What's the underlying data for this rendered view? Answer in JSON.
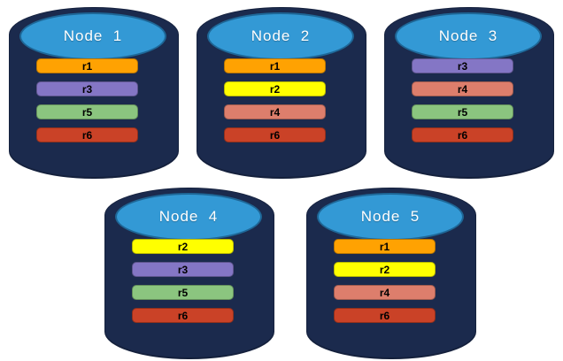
{
  "diagram": {
    "description": "Five database nodes each storing four replicas",
    "colors": {
      "cylinder_body": "#1B2A4D",
      "cylinder_top": "#3399D5",
      "node_title_text": "#FFFFFF",
      "replica_label_text": "#000000",
      "background": "#FFFFFF"
    },
    "replica_colors": {
      "r1": "#FFA202",
      "r2": "#FFFF00",
      "r3": "#8476C5",
      "r4": "#DD7E6C",
      "r5": "#8BC57F",
      "r6": "#CA4227"
    },
    "nodes": [
      {
        "label": "Node  1",
        "replicas": [
          "r1",
          "r3",
          "r5",
          "r6"
        ]
      },
      {
        "label": "Node  2",
        "replicas": [
          "r1",
          "r2",
          "r4",
          "r6"
        ]
      },
      {
        "label": "Node  3",
        "replicas": [
          "r3",
          "r4",
          "r5",
          "r6"
        ]
      },
      {
        "label": "Node  4",
        "replicas": [
          "r2",
          "r3",
          "r5",
          "r6"
        ]
      },
      {
        "label": "Node  5",
        "replicas": [
          "r1",
          "r2",
          "r4",
          "r6"
        ]
      }
    ]
  }
}
